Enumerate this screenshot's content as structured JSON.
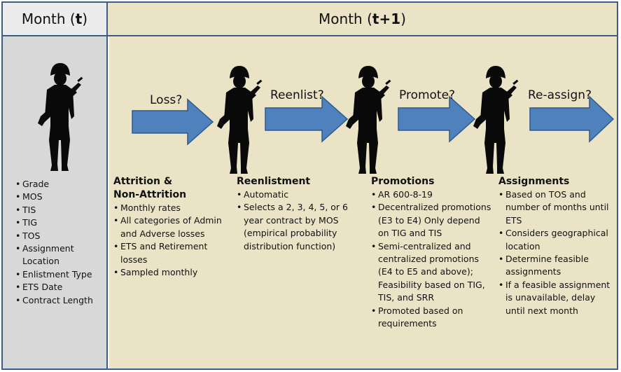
{
  "header": {
    "left_prefix": "Month (",
    "left_var": "t",
    "left_suffix": ")",
    "right_prefix": "Month (",
    "right_var": "t+1",
    "right_suffix": ")"
  },
  "state_list": [
    "Grade",
    "MOS",
    "TIS",
    "TIG",
    "TOS",
    "Assignment Location",
    "Enlistment Type",
    "ETS Date",
    "Contract Length"
  ],
  "arrows": {
    "loss": "Loss?",
    "reenlist": "Reenlist?",
    "promote": "Promote?",
    "reassign": "Re-assign?"
  },
  "columns": {
    "attrition": {
      "title_line1": "Attrition &",
      "title_line2": "Non-Attrition",
      "items": [
        "Monthly rates",
        "All categories of Admin and Adverse losses",
        "ETS and Retirement losses",
        "Sampled monthly"
      ]
    },
    "reenlistment": {
      "title": "Reenlistment",
      "items": [
        "Automatic",
        "Selects a 2, 3, 4, 5, or 6 year contract by MOS (empirical probability distribution function)"
      ]
    },
    "promotions": {
      "title": "Promotions",
      "items": [
        "AR 600-8-19",
        "Decentralized promotions (E3 to E4) Only depend on TIG and TIS",
        "Semi-centralized and centralized promotions (E4 to E5 and above); Feasibility based on TIG, TIS, and SRR",
        "Promoted based on requirements"
      ]
    },
    "assignments": {
      "title": "Assignments",
      "items": [
        "Based on TOS and number of months until ETS",
        "Considers geographical location",
        "Determine feasible assignments",
        "If a feasible assignment is unavailable, delay until next month"
      ]
    }
  },
  "colors": {
    "arrow_fill": "#4f81bd",
    "arrow_stroke": "#2c5a8c",
    "frame": "#3b5d8a",
    "panel_left": "#d8d8d8",
    "panel_right": "#eae3c6",
    "soldier": "#0a0a0a"
  }
}
